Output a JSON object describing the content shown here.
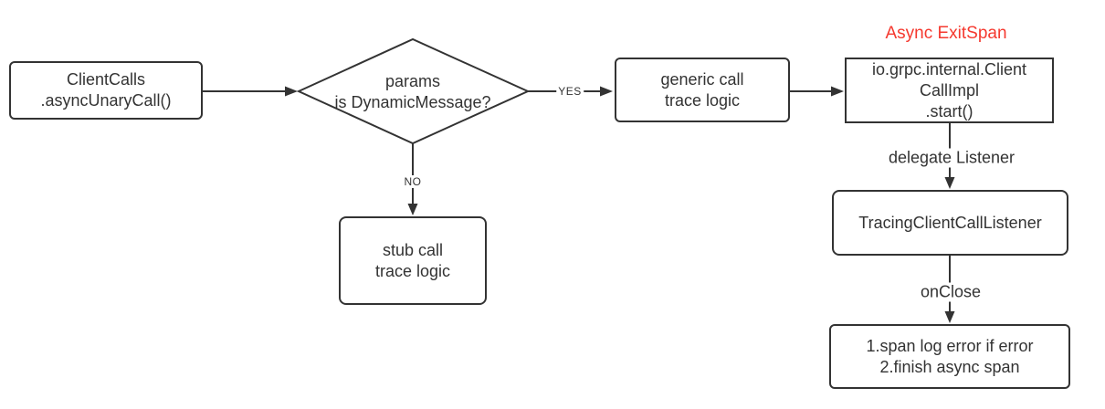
{
  "colors": {
    "line": "#333333",
    "accent_red": "#f5392f",
    "background": "#ffffff"
  },
  "annotation": {
    "async_exitspan": "Async ExitSpan"
  },
  "nodes": {
    "client_calls": {
      "label": "ClientCalls\n.asyncUnaryCall()"
    },
    "decision": {
      "label": "params\nis DynamicMessage?"
    },
    "generic_call": {
      "label": "generic call\ntrace logic"
    },
    "stub_call": {
      "label": "stub call\ntrace logic"
    },
    "client_call_impl": {
      "label": "io.grpc.internal.Client\nCallImpl\n.start()"
    },
    "tracing_listener": {
      "label": "TracingClientCallListener"
    },
    "on_close_actions": {
      "label": "1.span log error if error\n2.finish async span"
    }
  },
  "edges": {
    "yes_label": "YES",
    "no_label": "NO",
    "delegate_listener_label": "delegate Listener",
    "on_close_label": "onClose"
  }
}
